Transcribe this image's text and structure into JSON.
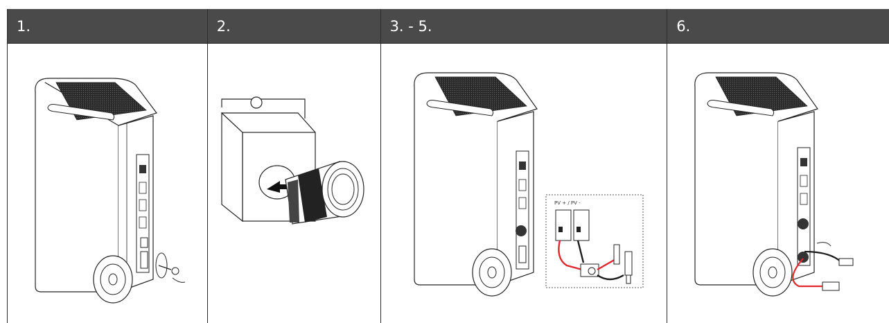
{
  "steps": [
    {
      "label": "1.",
      "image": "unit-with-cap-removed"
    },
    {
      "label": "2.",
      "image": "cable-gland-insertion"
    },
    {
      "label": "3. - 5.",
      "image": "pv-connector-wiring"
    },
    {
      "label": "6.",
      "image": "pv-cables-connected"
    }
  ],
  "detail": {
    "pv_label": "PV + / PV -"
  },
  "colors": {
    "header_bg": "#4a4a4a",
    "header_text": "#ffffff",
    "cable_positive": "#e0282d",
    "cable_negative": "#1a1a1a",
    "line_art": "#222222"
  }
}
